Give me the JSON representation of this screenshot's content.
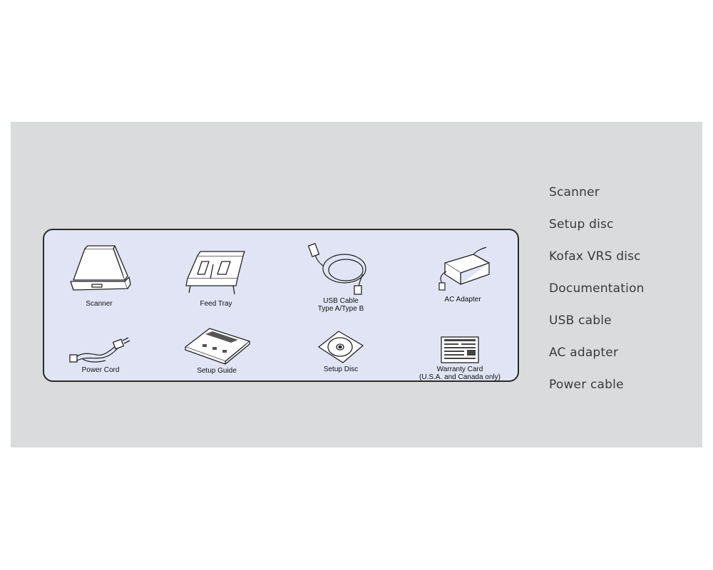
{
  "diagram": {
    "items": [
      {
        "label": "Scanner",
        "icon": "scanner-icon"
      },
      {
        "label": "Feed Tray",
        "icon": "feed-tray-icon"
      },
      {
        "label": "USB Cable\nType A/Type B",
        "icon": "usb-cable-icon"
      },
      {
        "label": "AC Adapter",
        "icon": "ac-adapter-icon"
      },
      {
        "label": "Power Cord",
        "icon": "power-cord-icon"
      },
      {
        "label": "Setup Guide",
        "icon": "setup-guide-icon"
      },
      {
        "label": "Setup Disc",
        "icon": "setup-disc-icon"
      },
      {
        "label": "Warranty Card\n(U.S.A. and Canada only)",
        "icon": "warranty-card-icon"
      }
    ]
  },
  "contents_list": [
    "Scanner",
    "Setup disc",
    "Kofax VRS disc",
    "Documentation",
    "USB cable",
    "AC adapter",
    "Power cable"
  ],
  "colors": {
    "band": "#dadbdd",
    "panel": "#e0e4f4",
    "panel_border": "#2a2a2a",
    "list_text": "#3a3a3a"
  }
}
